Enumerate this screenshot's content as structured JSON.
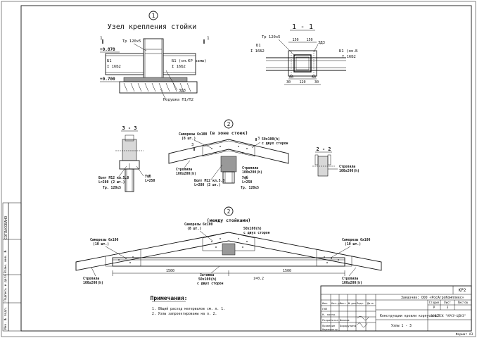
{
  "sheet_code": "КР2",
  "format": "Формат А3",
  "side_stamp": [
    "Инв. № подл.",
    "Подпись и дата",
    "Взам. инв. №"
  ],
  "side_stamp_top": "СОГЛАСОВАНО",
  "node1": {
    "marker": "1",
    "title": "Узел крепления стойки",
    "labels": [
      "Тр 120х5",
      "Б1",
      "I 16Б2",
      "Б1 (см.КР рамы)",
      "I 16Б2",
      "ЗД3",
      "Подушка П1/П2"
    ],
    "levels": [
      "+0.870",
      "+0.700"
    ],
    "cut": "1"
  },
  "section11": {
    "title": "1 - 1",
    "labels": [
      "Тр 120х5",
      "ЗД3",
      "Б1",
      "I 16Б2",
      "Б1 (см.Б",
      "I 16Б2"
    ],
    "dims": [
      "150",
      "150",
      "60",
      "60",
      "30",
      "120",
      "30"
    ]
  },
  "section33": {
    "title": "3 - 3",
    "labels": [
      "Болт М12 кл.5.8",
      "L=280 (2 шт.)",
      "Тр. 120х5",
      "Уфб",
      "L=250"
    ]
  },
  "node2a": {
    "marker": "2",
    "subtitle": "(в зоне стоек)",
    "labels": [
      "Саморезы 6х100",
      "(8 шт.)",
      "50х100(h)",
      "с двух сторон",
      "Стропила",
      "100х200(h)",
      "Стропила",
      "100х200(h)",
      "Болт М12 кл.5.8",
      "L=280 (2 шт.)",
      "Уфб",
      "L=250",
      "Тр. 120х5"
    ],
    "cut": "3"
  },
  "section22": {
    "title": "2 - 2",
    "labels": [
      "Стропила",
      "100х200(h)"
    ]
  },
  "node2b": {
    "marker": "2",
    "subtitle": "(между стойками)",
    "labels": [
      "Саморезы 6х100",
      "(8 шт.)",
      "50х100(h)",
      "с двух сторон",
      "Саморезы 6х100",
      "(10 шт.)",
      "Саморезы 6х100",
      "(10 шт.)",
      "Стропила",
      "100х200(h)",
      "Стропила",
      "100х200(h)",
      "Затяжка",
      "50х100(h)",
      "с двух сторон"
    ],
    "dims": [
      "1500",
      "1500"
    ],
    "slope": "i=0.2"
  },
  "notes": {
    "title": "Примечания:",
    "items": [
      "1. Общий расход материалов см. л. 1.",
      "2. Узлы запроектированы на л. 2."
    ]
  },
  "stamp": {
    "project_code": "КР2",
    "customer": "Заказчик: ООО «РосАгроКомплекс»",
    "object": "Конструкции кровли корпуса №2",
    "sheet_title": "Узлы 1 - 3",
    "company": "ООО ПСК \"АРСУ-ЦЕНЗ\"",
    "cols": [
      "Изм.",
      "Кол.уч.",
      "Лист",
      "№ док.",
      "Подп.",
      "Дата"
    ],
    "rows": [
      [
        "ГИП",
        ""
      ],
      [
        "Н. контр.",
        ""
      ],
      [
        "Разработал",
        "Иванов"
      ],
      [
        "Проверил",
        "Бородулина"
      ],
      [
        "Нормоконтр.",
        ""
      ]
    ],
    "stage_head": [
      "Стадия",
      "Лист",
      "Листов"
    ],
    "stage_vals": [
      "Р",
      "3",
      ""
    ]
  }
}
